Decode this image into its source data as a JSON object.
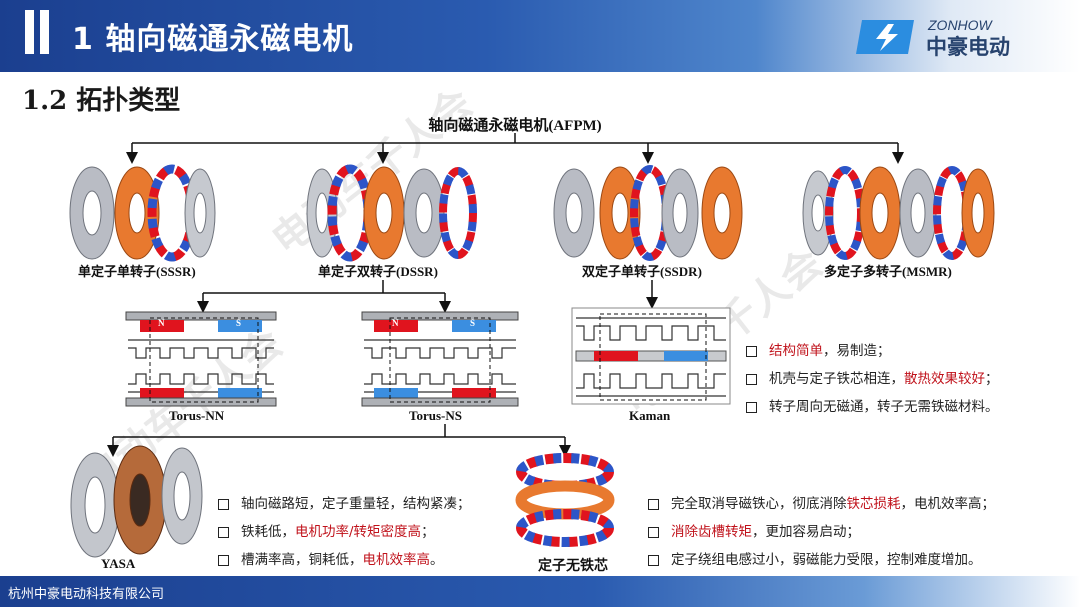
{
  "header": {
    "title": "1 轴向磁通永磁电机",
    "brand_en": "ZONHOW",
    "brand_cn": "中豪电动"
  },
  "section": {
    "title": "1.2 拓扑类型"
  },
  "tree": {
    "root": "轴向磁通永磁电机(AFPM)"
  },
  "topologies": [
    {
      "label": "单定子单转子(SSSR)"
    },
    {
      "label": "单定子双转子(DSSR)"
    },
    {
      "label": "双定子单转子(SSDR)"
    },
    {
      "label": "多定子多转子(MSMR)"
    }
  ],
  "variants": {
    "torus_nn": "Torus-NN",
    "torus_ns": "Torus-NS",
    "kaman": "Kaman",
    "yasa": "YASA",
    "coreless": "定子无铁芯",
    "pole_n": "N",
    "pole_s": "S"
  },
  "kaman_points": [
    {
      "a": "",
      "b": "结构简单",
      "c": "，易制造；"
    },
    {
      "a": "机壳与定子铁芯相连，",
      "b": "散热效果较好",
      "c": "；"
    },
    {
      "a": "转子周向无磁通，转子无需铁磁材料。",
      "b": "",
      "c": ""
    }
  ],
  "yasa_points": [
    {
      "a": "轴向磁路短，定子重量轻，结构紧凑；",
      "b": "",
      "c": ""
    },
    {
      "a": "铁耗低，",
      "b": "电机功率/转矩密度高",
      "c": "；"
    },
    {
      "a": "槽满率高，铜耗低，",
      "b": "电机效率高",
      "c": "。"
    }
  ],
  "coreless_points": [
    {
      "a": "完全取消导磁铁心，彻底消除",
      "b": "铁芯损耗",
      "c": "，电机效率高；"
    },
    {
      "a": "",
      "b": "消除齿槽转矩",
      "c": "，更加容易启动；"
    },
    {
      "a": "定子绕组电感过小，弱磁能力受限，控制难度增加。",
      "b": "",
      "c": ""
    }
  ],
  "footer": {
    "company": "杭州中豪电动科技有限公司"
  },
  "watermark": "电动车千人会",
  "colors": {
    "header": "#1b3f8f",
    "accent_red": "#c0121b",
    "magnet_red": "#e0141e",
    "magnet_blue": "#3b8ee0",
    "copper": "#e8792f"
  }
}
